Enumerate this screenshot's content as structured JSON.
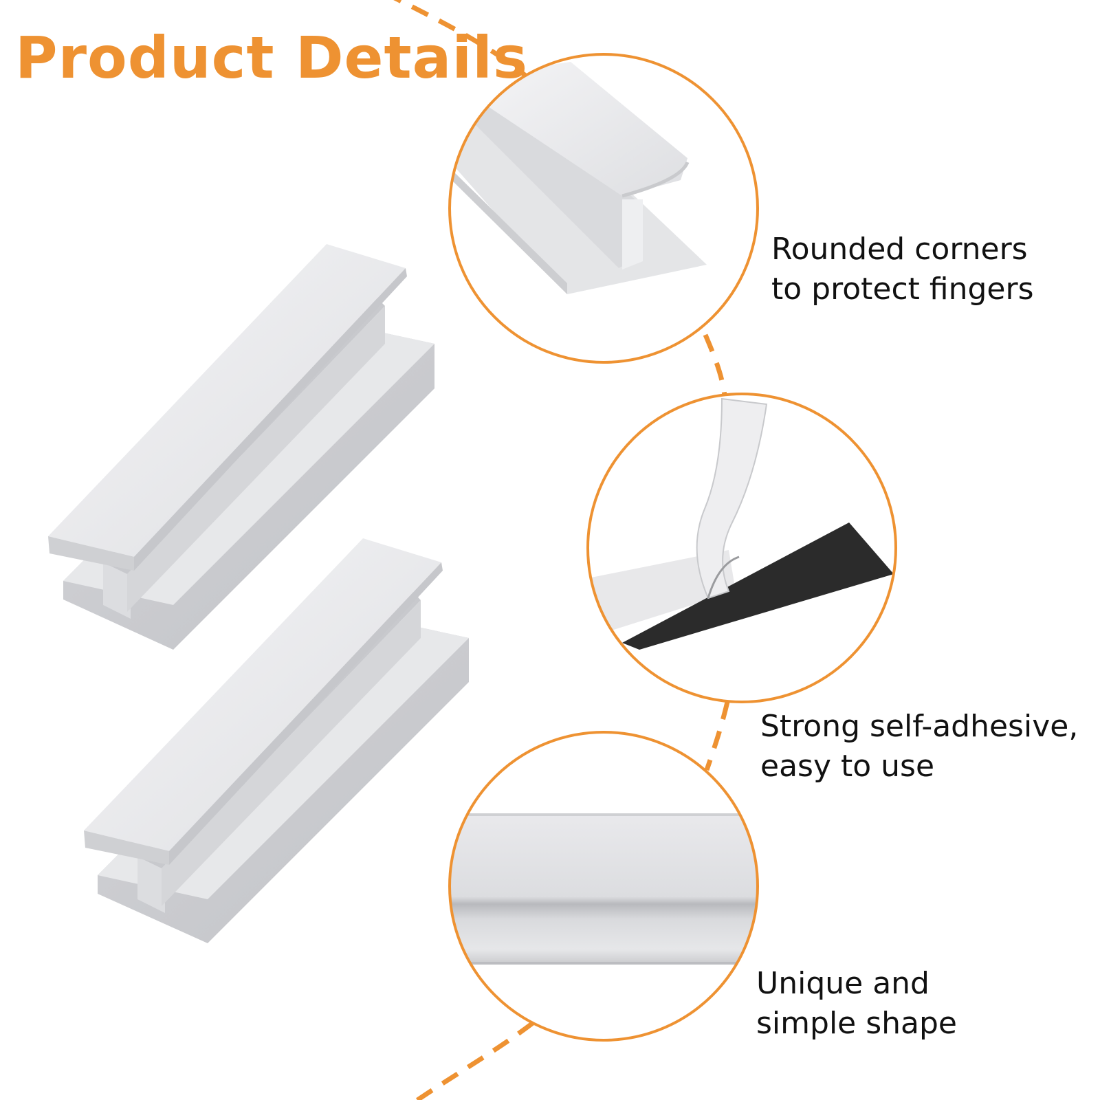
{
  "title": "Product Details",
  "accent_color": "#ee9232",
  "features": [
    {
      "line1": "Rounded corners",
      "line2": "to protect fingers",
      "icon": "rounded-corner-detail-icon"
    },
    {
      "line1": "Strong self-adhesive,",
      "line2": "easy to use",
      "icon": "adhesive-tape-icon"
    },
    {
      "line1": "Unique and",
      "line2": "simple shape",
      "icon": "profile-shape-icon"
    }
  ]
}
